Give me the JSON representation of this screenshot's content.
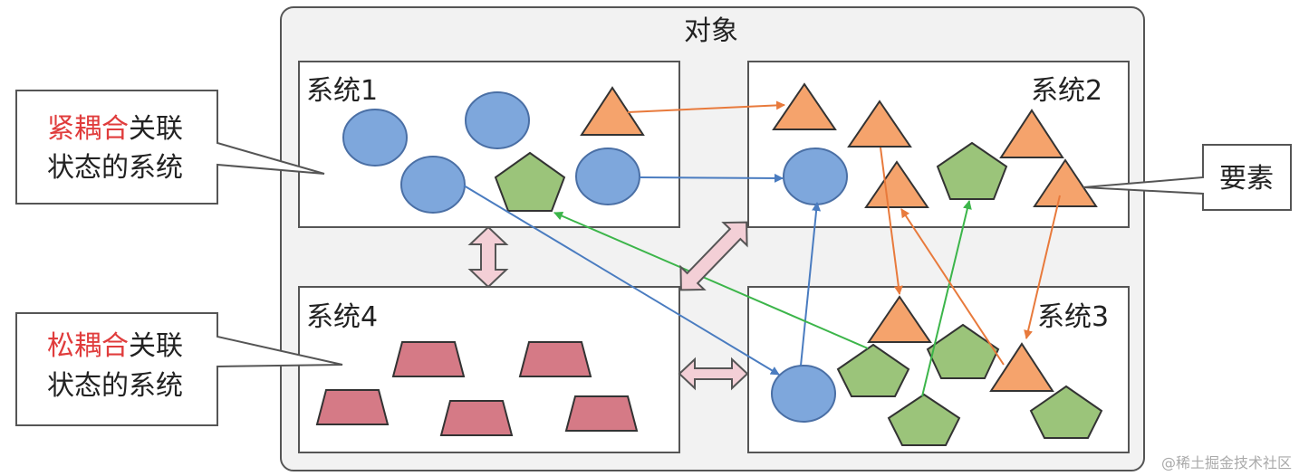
{
  "diagram": {
    "outer_title": "对象",
    "systems": {
      "s1": "系统1",
      "s2": "系统2",
      "s3": "系统3",
      "s4": "系统4"
    },
    "callouts": {
      "tight": {
        "highlight": "紧耦合",
        "rest": "关联",
        "line2": "状态的系统"
      },
      "loose": {
        "highlight": "松耦合",
        "rest": "关联",
        "line2": "状态的系统"
      },
      "element": "要素"
    },
    "watermark": "@稀土掘金技术社区"
  },
  "colors": {
    "frame_fill": "#f2f2f2",
    "frame_stroke": "#555555",
    "box_fill": "#ffffff",
    "box_stroke": "#555555",
    "circle_fill": "#7ea7dc",
    "circle_stroke": "#4a6fa5",
    "triangle_fill": "#f5a36c",
    "triangle_stroke": "#333333",
    "pentagon_fill": "#9bc47a",
    "pentagon_stroke": "#333333",
    "trapezoid_fill": "#d57a86",
    "trapezoid_stroke": "#333333",
    "double_arrow_fill": "#f3cfd6",
    "double_arrow_stroke": "#555555",
    "arrow_orange": "#e87a3c",
    "arrow_blue": "#4a7cc0",
    "arrow_green": "#3cb54a",
    "highlight_red": "#e03c3c",
    "text": "#222222",
    "watermark": "#aaaaaa"
  }
}
